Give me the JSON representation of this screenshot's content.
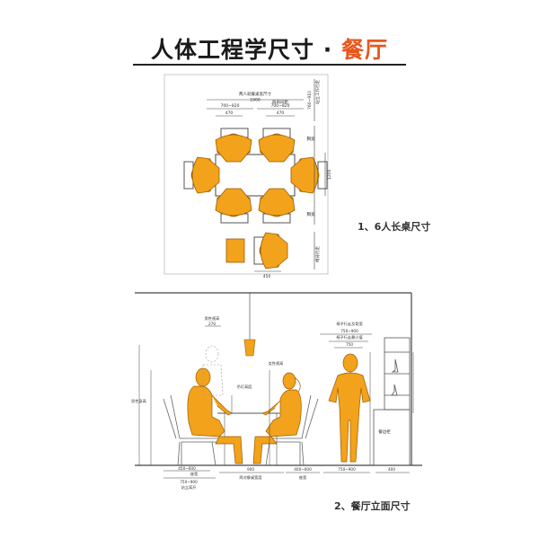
{
  "title": {
    "main": "人体工程学尺寸",
    "sep": " · ",
    "accent": "餐厅"
  },
  "plan": {
    "caption": "1、6人长桌尺寸",
    "labels": {
      "two_dining": "两人就餐桌宽尺寸",
      "dims_1800": "1800",
      "dims_700_820_a": "700~820",
      "dims_700_820_b": "700~820",
      "shoulder": "肩肩间距",
      "dims_470_a": "470",
      "dims_470_b": "470",
      "walk_right": "站立工作行走",
      "dims_760": "760~910",
      "knee": "胸宽",
      "knee2": "胸宽",
      "dims_1200": "1200",
      "walk_bottom": "椅背行走",
      "dims_450": "450"
    }
  },
  "elevation": {
    "caption": "2、餐厅立面尺寸",
    "labels": {
      "reach_space": "男性视高",
      "dim_270": "270",
      "sit_height": "女性视高",
      "clear": "吊灯高度",
      "pass": "椅子行走及背宽",
      "pass2": "椅子行走最小值",
      "dim_750_900": "750~900",
      "dim_750": "750",
      "stand_height": "男性身高",
      "cabinet": "餐边柜",
      "b_450_600": "450~600",
      "b_seat": "座宽",
      "b_750_900": "750~900",
      "b_walk": "站立离开",
      "b_900": "900",
      "b_table": "两对餐桌宽度",
      "b_400_600": "400~600",
      "b_seat2": "座宽",
      "b_750": "750~900",
      "b_400": "400"
    }
  },
  "colors": {
    "figure": "#f2a31b",
    "figure_stroke": "#9b5a00",
    "accent": "#e8571e",
    "line": "#444444"
  }
}
